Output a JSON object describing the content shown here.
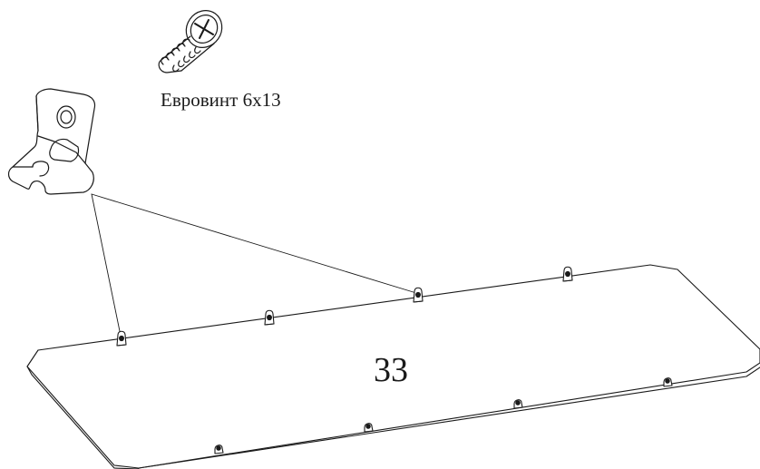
{
  "screw": {
    "icon": "euro-screw-icon",
    "label": "Евровинт 6х13"
  },
  "bracket": {
    "icon": "corner-bracket-icon"
  },
  "panel": {
    "part_number": "33",
    "top_edge_brackets": 4,
    "bottom_edge_holes": 4
  },
  "colors": {
    "line": "#1a1a1a",
    "background": "#ffffff"
  }
}
